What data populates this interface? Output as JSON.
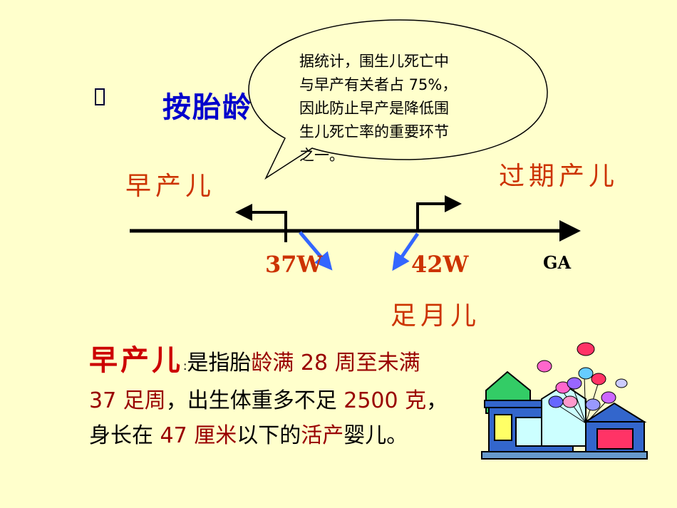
{
  "slide": {
    "bullet_icon": "square-bullet-icon",
    "title": "按胎龄",
    "callout": {
      "lines": [
        "据统计，围生儿死亡中",
        "与早产有关者占 75%，",
        "因此防止早产是降低围",
        "生儿死亡率的重要环节",
        "之一。"
      ]
    },
    "timeline": {
      "label_preterm": "早产儿",
      "label_postterm": "过期产儿",
      "label_term": "足月儿",
      "mark_37": "37W",
      "mark_42": "42W",
      "axis_label": "GA"
    },
    "definition": {
      "term": "早产儿",
      "colon": ":",
      "p1": "是指胎",
      "p2": "龄满",
      "p3": " 28 周",
      "p4": "至未满",
      "p5": " 37 足周",
      "p6": "，出生体重多不足",
      "p7": " 2500 克",
      "p8": "，身长在",
      "p9": " 47 厘米",
      "p10": "以下的",
      "p11": "活产",
      "p12": "婴儿。"
    },
    "clipart_icon": "house-balloons-icon",
    "colors": {
      "background": "#FFFFCC",
      "title": "#0000CC",
      "label_red": "#CC3300",
      "arrow_blue": "#3366FF"
    }
  }
}
